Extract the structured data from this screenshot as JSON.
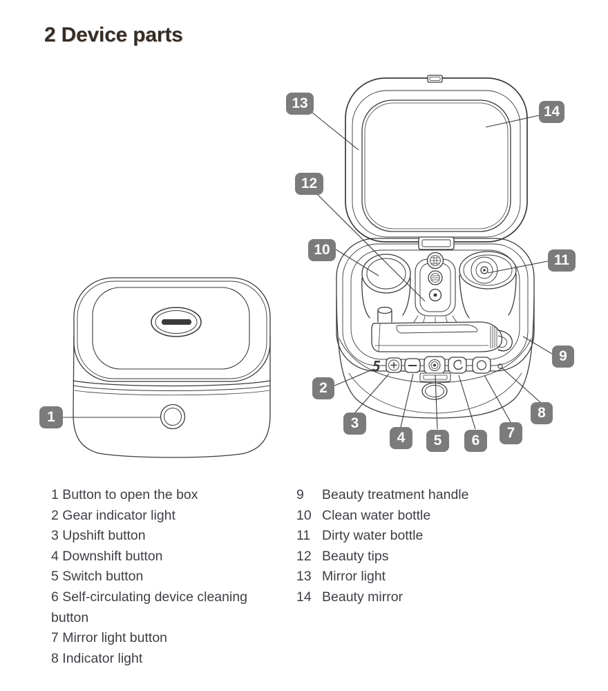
{
  "title": "2 Device parts",
  "figures": {
    "closed_box": "closed device box drawing",
    "open_box": "open device box drawing",
    "gear_digit": "5"
  },
  "callouts": [
    {
      "num": "1"
    },
    {
      "num": "2"
    },
    {
      "num": "3"
    },
    {
      "num": "4"
    },
    {
      "num": "5"
    },
    {
      "num": "6"
    },
    {
      "num": "7"
    },
    {
      "num": "8"
    },
    {
      "num": "9"
    },
    {
      "num": "10"
    },
    {
      "num": "11"
    },
    {
      "num": "12"
    },
    {
      "num": "13"
    },
    {
      "num": "14"
    }
  ],
  "legend": {
    "left": [
      {
        "num": "1",
        "label": "Button to open the box"
      },
      {
        "num": "2",
        "label": "Gear indicator light"
      },
      {
        "num": "3",
        "label": "Upshift button"
      },
      {
        "num": "4",
        "label": "Downshift button"
      },
      {
        "num": "5",
        "label": "Switch button"
      },
      {
        "num": "6",
        "label": "Self-circulating device cleaning button"
      },
      {
        "num": "7",
        "label": "Mirror light button"
      },
      {
        "num": "8",
        "label": "Indicator light"
      }
    ],
    "right": [
      {
        "num": "9",
        "label": "Beauty treatment handle"
      },
      {
        "num": "10",
        "label": "Clean water bottle"
      },
      {
        "num": "11",
        "label": "Dirty water bottle"
      },
      {
        "num": "12",
        "label": "Beauty tips"
      },
      {
        "num": "13",
        "label": "Mirror light"
      },
      {
        "num": "14",
        "label": "Beauty mirror"
      }
    ]
  },
  "colors": {
    "badge": "#7b7b7b",
    "line_art": "#3a3a3a",
    "body_text": "#3e3e45",
    "title_text": "#332d28"
  }
}
